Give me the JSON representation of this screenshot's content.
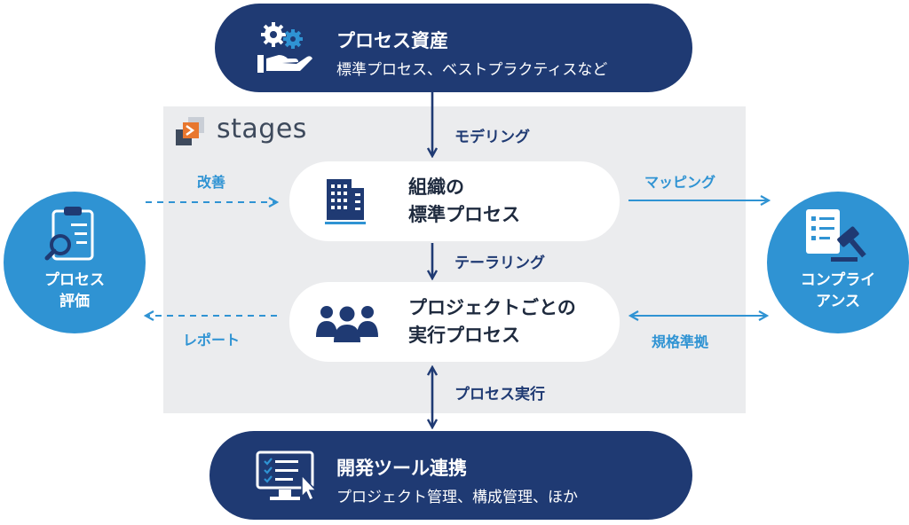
{
  "top": {
    "title": "プロセス資産",
    "subtitle": "標準プロセス、ベストプラクティスなど"
  },
  "logo": {
    "text": "stages"
  },
  "standard": {
    "line1": "組織の",
    "line2": "標準プロセス"
  },
  "project": {
    "line1": "プロジェクトごとの",
    "line2": "実行プロセス"
  },
  "bottom": {
    "title": "開発ツール連携",
    "subtitle": "プロジェクト管理、構成管理、ほか"
  },
  "left_circle": {
    "line1": "プロセス",
    "line2": "評価"
  },
  "right_circle": {
    "line1": "コンプライ",
    "line2": "アンス"
  },
  "labels": {
    "modeling": "モデリング",
    "tailoring": "テーラリング",
    "execution": "プロセス実行",
    "improvement": "改善",
    "report": "レポート",
    "mapping": "マッピング",
    "compliance": "規格準拠"
  },
  "colors": {
    "navy": "#1f3a73",
    "blue": "#2f93d3",
    "panel": "#ebecee",
    "orange": "#e8772e"
  },
  "icons": {
    "top": "gear-hand-icon",
    "standard": "building-icon",
    "project": "people-group-icon",
    "bottom": "monitor-checklist-icon",
    "left": "clipboard-magnifier-icon",
    "right": "checklist-gavel-icon"
  }
}
